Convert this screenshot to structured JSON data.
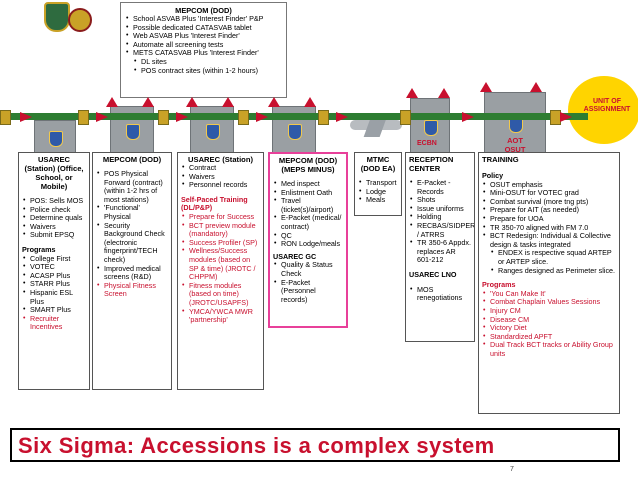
{
  "top_box": {
    "title": "MEPCOM (DOD)",
    "items": [
      {
        "text": "School ASVAB Plus 'Interest Finder' P&P",
        "level": 1
      },
      {
        "text": "Possible dedicated CATASVAB tablet",
        "level": 1
      },
      {
        "text": "Web ASVAB Plus 'Interest Finder'",
        "level": 1
      },
      {
        "text": "Automate all screening tests",
        "level": 1
      },
      {
        "text": "METS CATASVAB Plus 'Interest Finder'",
        "level": 1
      },
      {
        "text": "DL sites",
        "level": 2
      },
      {
        "text": "POS contract sites (within 1-2 hours)",
        "level": 2
      }
    ]
  },
  "timeline_labels": {
    "mtc": "ECBN",
    "aot": "AOT OSUT"
  },
  "unit_of_assignment": "UNIT OF ASSIGNMENT",
  "columns": {
    "usarec_station": {
      "title": "USAREC (Station) (Office, School, or Mobile)",
      "items": [
        "POS: Sells MOS",
        "Police check",
        "Determine quals",
        "Waivers",
        "Submit EPSQ"
      ],
      "programs_title": "Programs",
      "programs": [
        "College First",
        "VOTEC",
        "ACASP Plus",
        "STARR Plus",
        "Hispanic ESL Plus",
        "SMART Plus"
      ],
      "programs_red": [
        "Recruiter Incentives"
      ]
    },
    "mepcom": {
      "title": "MEPCOM (DOD)",
      "items": [
        "POS Physical Forward (contract) (within 1-2 hrs of most stations)",
        "'Functional' Physical",
        "Security Background Check (electronic fingerprint/TECH check)",
        "Improved medical screens (R&D)"
      ],
      "items_red": [
        "Physical Fitness Screen"
      ]
    },
    "usarec_station2": {
      "title": "USAREC (Station)",
      "items": [
        "Contract",
        "Waivers",
        "Personnel records"
      ],
      "section_title": "Self-Paced Training (DL/P&P)",
      "section_items": [
        "Prepare for Success",
        "BCT preview module (mandatory)",
        "Success Profiler (SP)",
        "Wellness/Success modules (based on SP & time) (JROTC / CHPPM)",
        "Fitness modules (based on time) (JROTC/USAPFS)",
        "YMCA/YWCA MWR 'partnership'"
      ]
    },
    "mepcom_meps": {
      "title": "MEPCOM (DOD) (MEPS MINUS)",
      "items": [
        "Med inspect",
        "Enlistment Oath",
        "Travel (ticket(s)/airport)",
        "E-Packet (medical/ contract)",
        "QC",
        "RON Lodge/meals"
      ],
      "gc_title": "USAREC GC",
      "gc_items": [
        "Quality & Status Check",
        "E-Packet (Personnel records)"
      ]
    },
    "mtmc": {
      "title": "MTMC (DOD EA)",
      "items": [
        "Transport",
        "Lodge",
        "Meals"
      ]
    },
    "reception": {
      "title": "RECEPTION CENTER",
      "items": [
        "E-Packet - Records",
        "Shots",
        "Issue uniforms",
        "Holding",
        "RECBAS/SIDPERS / ATRRS",
        "TR 350-6 Appdx. replaces AR 601-212"
      ],
      "lno_title": "USAREC LNO",
      "lno_items": [
        "MOS renegotiations"
      ]
    },
    "training": {
      "title": "TRAINING",
      "policy_title": "Policy",
      "policy": [
        {
          "text": "OSUT emphasis",
          "level": 1
        },
        {
          "text": "Mini-OSUT for VOTEC grad",
          "level": 1
        },
        {
          "text": "Combat survival (more tng pts)",
          "level": 1
        },
        {
          "text": "Prepare for AIT (as needed)",
          "level": 1
        },
        {
          "text": "Prepare for UOA",
          "level": 1
        },
        {
          "text": "TR 350-70 aligned with FM 7.0",
          "level": 1
        },
        {
          "text": "BCT Redesign: Individual & Collective design & tasks integrated",
          "level": 1
        },
        {
          "text": "ENDEX is respective squad ARTEP or ARTEP slice.",
          "level": 2
        },
        {
          "text": "Ranges designed as Perimeter slice.",
          "level": 2
        }
      ],
      "programs_title": "Programs",
      "programs": [
        "'You Can Make It'",
        "Combat Chaplain Values Sessions",
        "Injury CM",
        "Disease CM",
        "Victory Diet",
        "Standardized APFT",
        "Dual Track BCT tracks or Ability Group units"
      ]
    }
  },
  "footer": "Six Sigma:  Accessions is a complex system",
  "page_number": "7",
  "colors": {
    "accent_red": "#c8102e",
    "timeline_green": "#2e7d32",
    "highlight_pink": "#e8409a",
    "unit_yellow": "#ffd400"
  }
}
